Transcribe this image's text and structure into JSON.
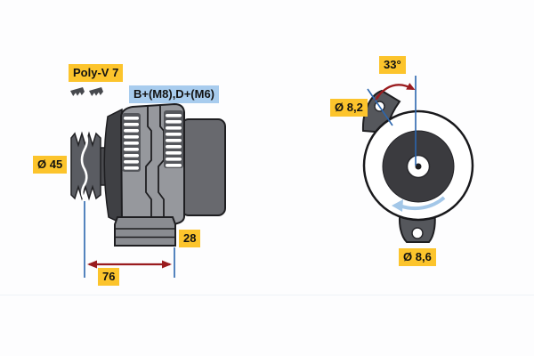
{
  "side_view": {
    "belt_type": "Poly-V 7",
    "terminals": "B+(M8),D+(M6)",
    "pulley_diameter": "Ø 45",
    "foot_width": "28",
    "mounting_length": "76"
  },
  "rear_view": {
    "mounting_angle": "33°",
    "upper_hole_diameter": "Ø 8,2",
    "lower_hole_diameter": "Ø 8,6"
  },
  "colors": {
    "label_yellow": "#FCC42C",
    "label_blue": "#A8CCEE",
    "dimension_line_blue": "#2B66AE",
    "dimension_arrow_red": "#9A1B1E",
    "rotation_arrow_blue": "#A3C7E8",
    "body_gray": "#96989D",
    "dark_gray": "#55575C",
    "rear_cylinder_gray": "#68696E",
    "pulley_dark": "#3B3B3F",
    "outline": "#1E1E21"
  }
}
